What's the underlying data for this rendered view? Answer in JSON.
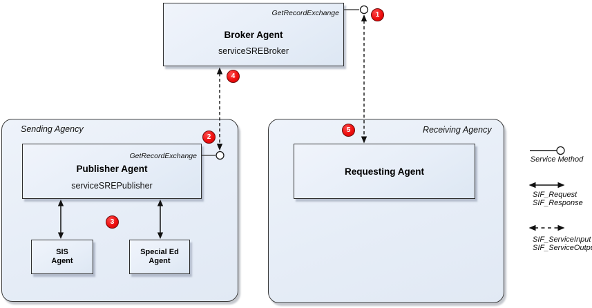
{
  "broker": {
    "title": "Broker Agent",
    "subtitle": "serviceSREBroker",
    "interface": "GetRecordExchange"
  },
  "sending": {
    "label": "Sending Agency",
    "publisher": {
      "title": "Publisher Agent",
      "subtitle": "serviceSREPublisher",
      "interface": "GetRecordExchange"
    },
    "sis": {
      "line1": "SIS",
      "line2": "Agent"
    },
    "special_ed": {
      "line1": "Special Ed",
      "line2": "Agent"
    }
  },
  "receiving": {
    "label": "Receiving Agency",
    "requesting": {
      "title": "Requesting Agent"
    }
  },
  "badges": {
    "b1": "1",
    "b2": "2",
    "b3": "3",
    "b4": "4",
    "b5": "5"
  },
  "legend": {
    "service_method": "Service Method",
    "sif_request": "SIF_Request",
    "sif_response": "SIF_Response",
    "sif_service_input": "SIF_ServiceInput",
    "sif_service_output": "SIF_ServiceOutput"
  },
  "colors": {
    "box_fill": "#e7eef8",
    "box_border": "#2e2e2e",
    "badge_red": "#ee0f0f",
    "shadow": "#969ba5",
    "line": "#1a1a1a"
  }
}
